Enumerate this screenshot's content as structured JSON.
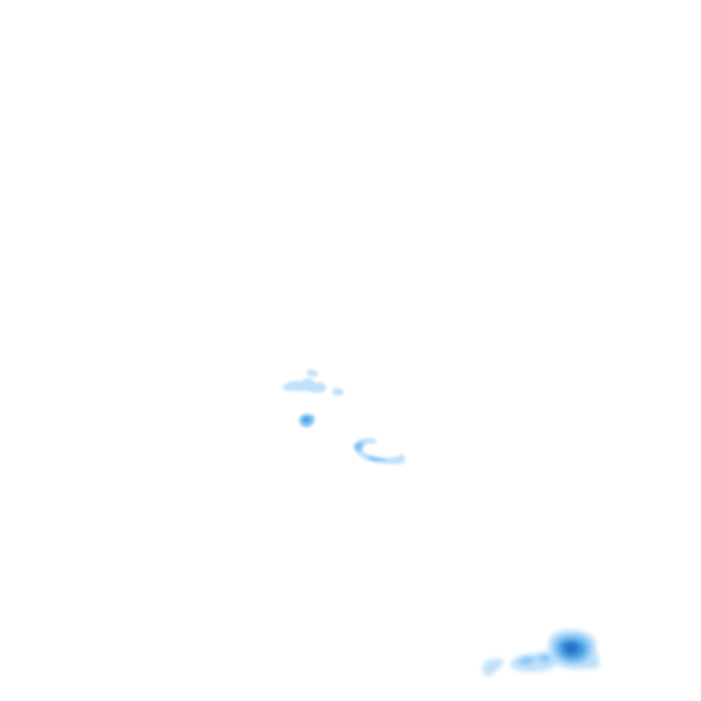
{
  "map": {
    "layer": "radar-precipitation",
    "background_color": "#ffffff",
    "intensity_colors": {
      "light": "#b9defb",
      "moderate": "#7cc3f5",
      "strong": "#3f96e2",
      "heavy": "#1f6fc4"
    },
    "echoes": [
      {
        "id": "cell-a",
        "level": "light"
      },
      {
        "id": "cell-b",
        "level": "moderate"
      },
      {
        "id": "cell-c",
        "level": "light"
      },
      {
        "id": "cell-d",
        "level": "moderate"
      },
      {
        "id": "cell-e",
        "level": "heavy"
      }
    ]
  }
}
